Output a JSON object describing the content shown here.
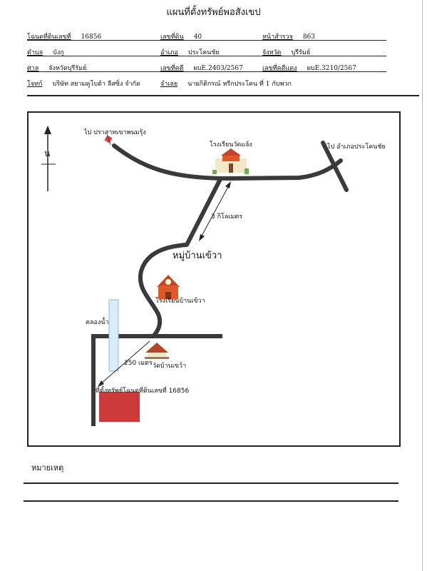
{
  "document": {
    "title": "แผนที่ตั้งทรัพย์พอสังเขป",
    "fields": [
      {
        "label": "โฉนดที่ดินเลขที่",
        "value": "16856"
      },
      {
        "label": "เลขที่ดิน",
        "value": "40"
      },
      {
        "label": "หน้าสำรวจ",
        "value": "863"
      },
      {
        "label": "ตำบล",
        "value": "บังกู"
      },
      {
        "label": "อำเภอ",
        "value": "ประโคนชัย"
      },
      {
        "label": "จังหวัด",
        "value": "บุรีรัมย์"
      },
      {
        "label": "ศาล",
        "value": "จังหวัดบุรีรัมย์"
      },
      {
        "label": "เลขที่คดี",
        "value": "ผบE.2403/2567"
      },
      {
        "label": "เลขที่คดีแดง",
        "value": "ผบE.3210/2567"
      },
      {
        "label": "โจทก์",
        "value": "บริษัท สยามคูโบต้า ลีสซิ่ง จำกัด"
      },
      {
        "label": "จำเลย",
        "value": "นายกิติกรณ์ หรีกประโคน ที่ 1 กับพวก"
      }
    ],
    "note_label": "หมายเหตุ"
  },
  "map": {
    "north_label": "น",
    "labels": {
      "to_phanom_rung": "ไป ปราสาทเขาพนมรุ้ง",
      "to_amphoe": "ไป อำเภอประโคนชัย",
      "school_wat_chaeng": "โรงเรียนวัดแจ้ง",
      "distance_3km": "3 กิโลเมตร",
      "village": "หมู่บ้านเข้วา",
      "school_village": "โรงเรียนบ้านเข้วา",
      "canal": "คลองน้ำ",
      "distance_250m": "250 เมตร",
      "temple": "วัดบ้านเขว้า",
      "property": "ที่ตั้งทรัพย์โฉนดที่ดินเลขที่ 16856"
    },
    "colors": {
      "road": "#3a3a3a",
      "property": "#cc3a3a",
      "canal": "#d8ecfa",
      "canal_border": "#8fb7d8",
      "school": "#e0582a",
      "flag": "#e23a3a"
    }
  }
}
